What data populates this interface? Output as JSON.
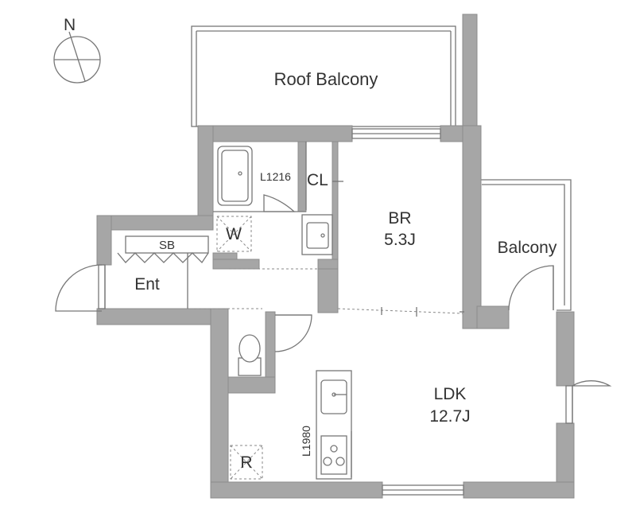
{
  "compass": {
    "north_label": "N"
  },
  "rooms": {
    "roof_balcony": "Roof Balcony",
    "balcony": "Balcony",
    "br_name": "BR",
    "br_size": "5.3J",
    "ldk_name": "LDK",
    "ldk_size": "12.7J",
    "entrance": "Ent",
    "shoe_box": "SB",
    "closet": "CL",
    "washer": "W",
    "fridge": "R"
  },
  "dimensions": {
    "bath_unit": "L1216",
    "kitchen_unit": "L1980"
  },
  "colors": {
    "wall": "#a6a6a6",
    "line": "#777777",
    "text": "#333333"
  }
}
